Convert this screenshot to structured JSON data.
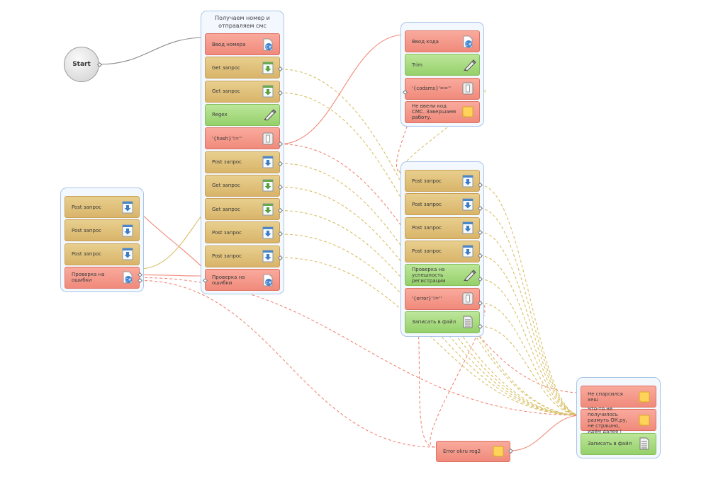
{
  "start_label": "Start",
  "groups": {
    "main": {
      "title": "Получаем номер и отправляем смс",
      "blocks": [
        {
          "label": "Ввод номера",
          "color": "red",
          "icon": "csharp-icon"
        },
        {
          "label": "Get запрос",
          "color": "orange",
          "icon": "download-green-icon"
        },
        {
          "label": "Get запрос",
          "color": "orange",
          "icon": "download-green-icon"
        },
        {
          "label": "Regex",
          "color": "green",
          "icon": "pen-icon"
        },
        {
          "label": "'{hash}'!=''",
          "color": "red",
          "icon": "switch-icon"
        },
        {
          "label": "Post запрос",
          "color": "orange",
          "icon": "upload-blue-icon"
        },
        {
          "label": "Get запрос",
          "color": "orange",
          "icon": "download-green-icon"
        },
        {
          "label": "Get запрос",
          "color": "orange",
          "icon": "download-green-icon"
        },
        {
          "label": "Post запрос",
          "color": "orange",
          "icon": "upload-blue-icon"
        },
        {
          "label": "Post запрос",
          "color": "orange",
          "icon": "upload-blue-icon"
        },
        {
          "label": "Проверка на ошибки",
          "color": "red",
          "icon": "csharp-icon"
        }
      ]
    },
    "code": {
      "blocks": [
        {
          "label": "Ввод кода",
          "color": "red",
          "icon": "csharp-icon"
        },
        {
          "label": "Trim",
          "color": "green",
          "icon": "pen-icon"
        },
        {
          "label": "'{codsms}'==''",
          "color": "red",
          "icon": "switch-icon"
        },
        {
          "label": "Не ввели код СМС. Завершаем работу.",
          "color": "red",
          "icon": "note-icon"
        }
      ]
    },
    "left": {
      "blocks": [
        {
          "label": "Post запрос",
          "color": "orange",
          "icon": "upload-blue-icon"
        },
        {
          "label": "Post запрос",
          "color": "orange",
          "icon": "upload-blue-icon"
        },
        {
          "label": "Post запрос",
          "color": "orange",
          "icon": "upload-blue-icon"
        },
        {
          "label": "Проверка на ошибки",
          "color": "red",
          "icon": "csharp-icon"
        }
      ]
    },
    "reg": {
      "blocks": [
        {
          "label": "Post запрос",
          "color": "orange",
          "icon": "upload-blue-icon"
        },
        {
          "label": "Post запрос",
          "color": "orange",
          "icon": "upload-blue-icon"
        },
        {
          "label": "Post запрос",
          "color": "orange",
          "icon": "upload-blue-icon"
        },
        {
          "label": "Post запрос",
          "color": "orange",
          "icon": "upload-blue-icon"
        },
        {
          "label": "Проверка на успешность регистрации",
          "color": "green",
          "icon": "pen-icon"
        },
        {
          "label": "'{error}'!=''",
          "color": "red",
          "icon": "switch-icon"
        },
        {
          "label": "Записать в файл",
          "color": "green",
          "icon": "file-icon"
        }
      ]
    },
    "end": {
      "blocks": [
        {
          "label": "Не спарсился хеш",
          "color": "red",
          "icon": "note-icon"
        },
        {
          "label": "Что-то не получилось размуть ОК.ру, не страшно, идём далее | ",
          "color": "red",
          "icon": "note-icon"
        },
        {
          "label": "Записать в файл",
          "color": "green",
          "icon": "file-icon"
        }
      ]
    }
  },
  "error_block": {
    "label": "Error okru reg2",
    "color": "red",
    "icon": "note-icon"
  },
  "colors": {
    "ok_wire": "#d9c067",
    "error_wire": "#f08878",
    "start_wire": "#8a8a8a",
    "group_border": "#a9c6e6"
  }
}
